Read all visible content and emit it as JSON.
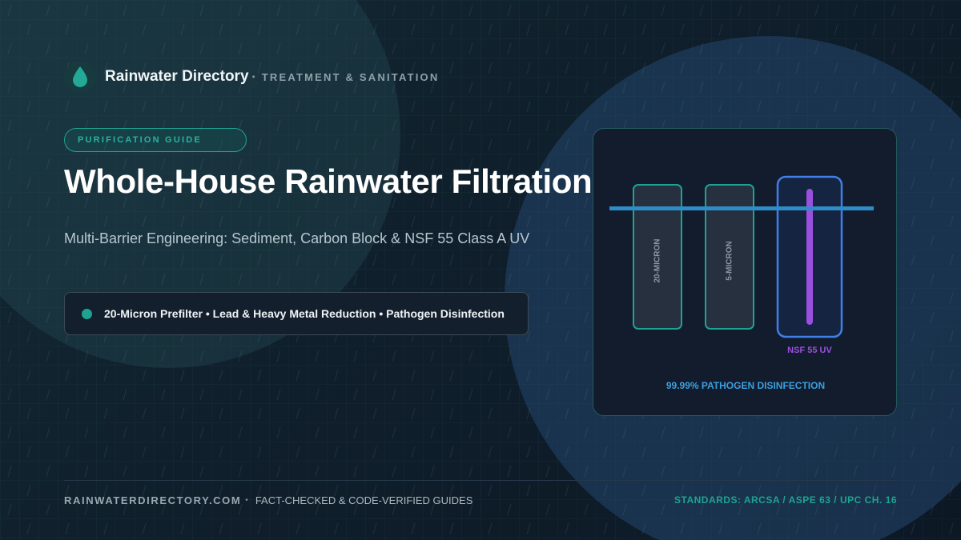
{
  "header": {
    "brand": "Rainwater Directory",
    "separator": "•",
    "section": "TREATMENT & SANITATION",
    "logo_icon": "water-drop-icon"
  },
  "badge": "PURIFICATION GUIDE",
  "title": "Whole-House Rainwater Filtration",
  "subtitle": "Multi-Barrier Engineering: Sediment, Carbon Block & NSF 55 Class A UV",
  "features": "20-Micron Prefilter • Lead & Heavy Metal Reduction • Pathogen Disinfection",
  "diagram": {
    "stages": [
      {
        "label": "20-MICRON"
      },
      {
        "label": "5-MICRON"
      },
      {
        "label": "NSF 55 UV"
      }
    ],
    "caption": "99.99% PATHOGEN DISINFECTION"
  },
  "footer": {
    "site": "RAINWATERDIRECTORY.COM",
    "separator": "•",
    "tagline": "FACT-CHECKED & CODE-VERIFIED GUIDES",
    "standards": "STANDARDS: ARCSA / ASPE 63 / UPC CH. 16"
  },
  "colors": {
    "accent": "#1ea392",
    "uv": "#9b4fe0",
    "uv_frame": "#3f7fe6",
    "pipe": "#2f8cc8"
  }
}
